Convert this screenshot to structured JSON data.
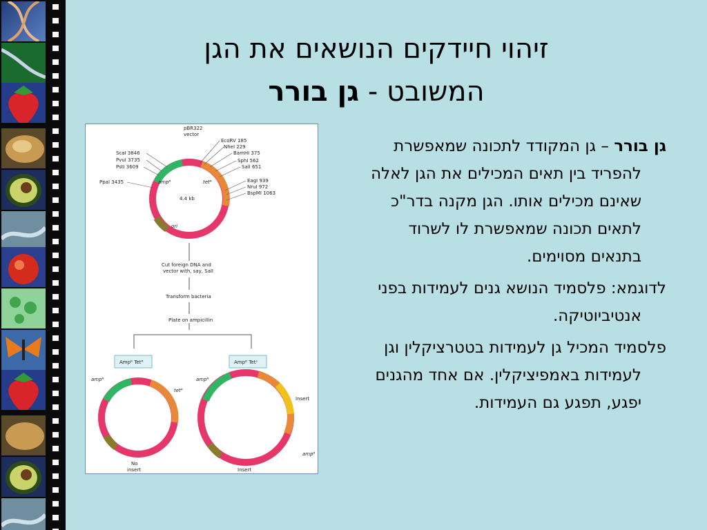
{
  "title": {
    "line1": "זיהוי חיידקים הנושאים את הגן",
    "line2_prefix": "המשובט - ",
    "line2_bold": "גן בורר"
  },
  "content": {
    "para1_bold": "גן בורר",
    "para1_text": " – גן המקודד לתכונה שמאפשרת להפריד בין תאים המכילים את הגן לאלה שאינם מכילים אותו. הגן מקנה בדר\"כ לתאים תכונה שמאפשרת לו לשרוד בתנאים מסוימים.",
    "para2": "לדוגמא: פלסמיד הנושא גנים לעמידות בפני אנטיביוטיקה.",
    "para3": "פלסמיד המכיל גן לעמידות בטטרציקלין וגן לעמידות באמפיציקלין. אם אחד מהגנים יפגע, תפגע גם העמידות."
  },
  "diagram": {
    "vector_label": "pBR322",
    "vector_label2": "vector",
    "left_sites": [
      "ScaI 3846",
      "PvuI 3735",
      "PstI 3609",
      "PpaI 3435"
    ],
    "right_sites_top": [
      "EcoRV 185",
      "NheI 229",
      "BamHI 375",
      "SphI 562",
      "SalI 651"
    ],
    "right_sites_bottom": [
      "EagI 939",
      "NruI 972",
      "BspMI 1063"
    ],
    "amp_label": "ampᴿ",
    "tet_label": "tetᴿ",
    "size_label": "4.4 kb",
    "ori_label": "ori",
    "step1a": "Cut foreign DNA and",
    "step1b": "vector with, say, SalI",
    "step2": "Transform bacteria",
    "step3": "Plate on ampicillin",
    "box_left": "Ampᴿ Tetᴿ",
    "box_right": "Ampᴿ Tetˢ",
    "left_amp": "ampᴿ",
    "left_tet": "tetᴿ",
    "right_amp": "ampᴿ",
    "right_amp2": "ampᴿ",
    "insert_label": "Insert",
    "no_insert_a": "No",
    "no_insert_b": "insert",
    "insert_bottom": "Insert"
  },
  "colors": {
    "background": "#b7dfe4",
    "amp_green": "#2fb563",
    "tet_orange": "#e8893a",
    "ring_pink": "#e5376a",
    "ori_olive": "#8a7a2e",
    "insert_yellow": "#f2c21c"
  }
}
